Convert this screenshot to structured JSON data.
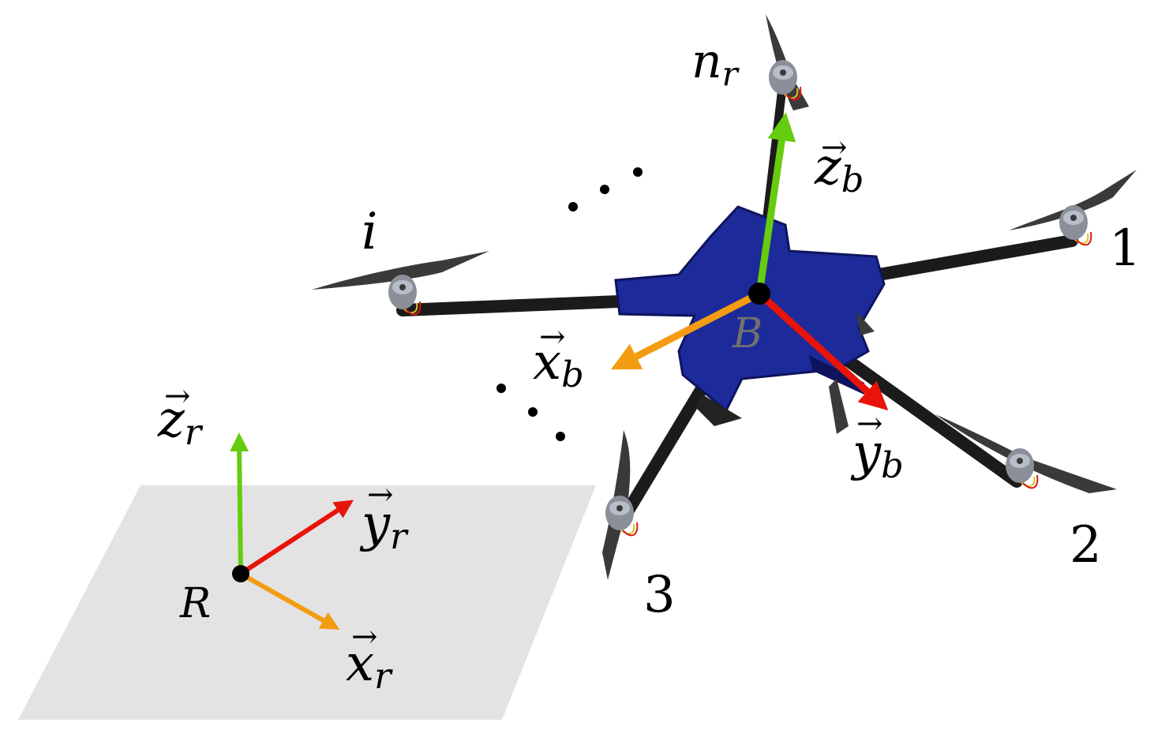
{
  "colors": {
    "ground_plane": "#e3e3e3",
    "axis_x": "#f39c12",
    "axis_y": "#e8140a",
    "axis_z": "#66cc0f",
    "body_blue": "#1d2a9a",
    "arm_black": "#1b1b1b",
    "label_gray": "#707070"
  },
  "icons": {
    "rotor": "rotor-propeller-icon",
    "ellipsis": "ellipsis-dots-icon"
  },
  "labels": {
    "rotor_nr": {
      "base": "n",
      "sub": "r"
    },
    "rotor_i": "i",
    "rotor_1": "1",
    "rotor_2": "2",
    "rotor_3": "3",
    "origin_body": "B",
    "origin_ref": "R",
    "axis_zb": {
      "arrow": "→",
      "base": "z",
      "sub": "b"
    },
    "axis_xb": {
      "arrow": "→",
      "base": "x",
      "sub": "b"
    },
    "axis_yb": {
      "arrow": "→",
      "base": "y",
      "sub": "b"
    },
    "axis_zr": {
      "arrow": "→",
      "base": "z",
      "sub": "r"
    },
    "axis_yr": {
      "arrow": "→",
      "base": "y",
      "sub": "r"
    },
    "axis_xr": {
      "arrow": "→",
      "base": "x",
      "sub": "r"
    }
  }
}
